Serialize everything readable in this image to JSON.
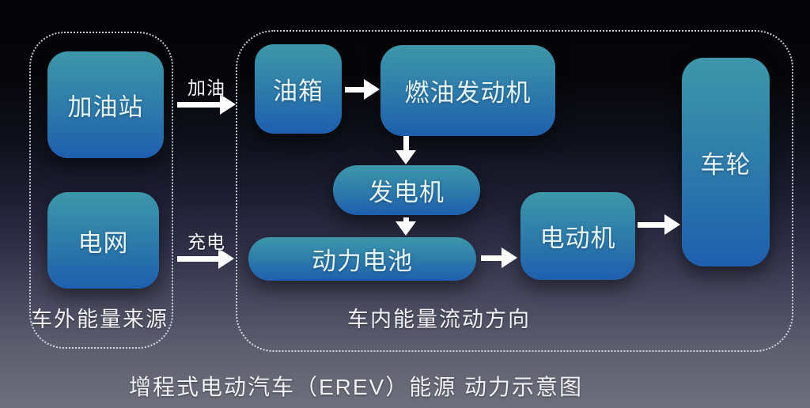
{
  "title": "增程式电动汽车（EREV）能源 动力示意图",
  "groups": {
    "external_sources": {
      "label": "车外能量来源"
    },
    "internal_flow": {
      "label": "车内能量流动方向"
    }
  },
  "nodes": {
    "gas_station": {
      "label": "加油站"
    },
    "power_grid": {
      "label": "电网"
    },
    "fuel_tank": {
      "label": "油箱"
    },
    "fuel_engine": {
      "label": "燃油发动机"
    },
    "generator": {
      "label": "发电机"
    },
    "traction_battery": {
      "label": "动力电池"
    },
    "electric_motor": {
      "label": "电动机"
    },
    "wheels": {
      "label": "车轮"
    }
  },
  "flows": {
    "refuel": {
      "label": "加油"
    },
    "charge": {
      "label": "充电"
    }
  },
  "colors": {
    "node_top": "#3d97a9",
    "node_mid": "#2f7daa",
    "node_bottom": "#1e5fae",
    "arrow": "#ffffff",
    "dashed_border": "#e8ecf6",
    "node_text": "#e6f5f9",
    "label_text": "#f2f2f6"
  }
}
